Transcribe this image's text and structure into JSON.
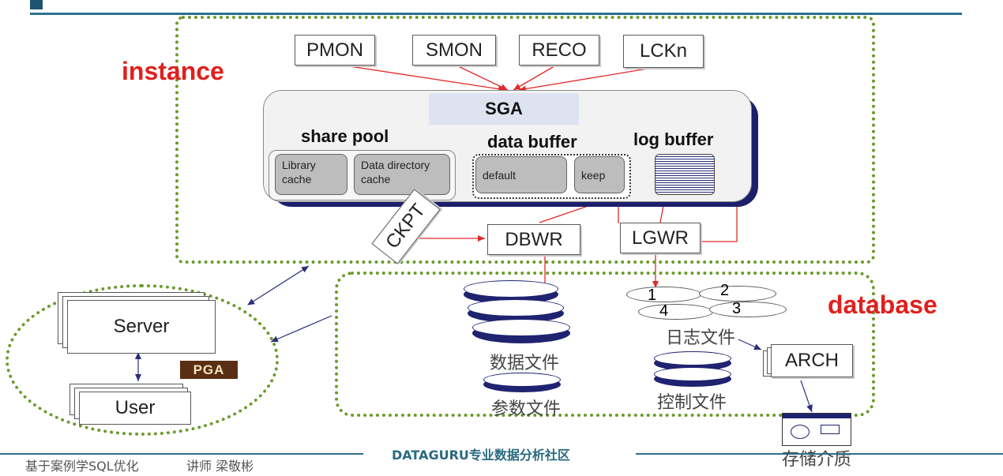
{
  "labels": {
    "instance": "instance",
    "database": "database",
    "sga": "SGA",
    "share_pool": "share pool",
    "data_buffer": "data buffer",
    "log_buffer": "log buffer",
    "pga": "PGA"
  },
  "processes": {
    "pmon": "PMON",
    "smon": "SMON",
    "reco": "RECO",
    "lckn": "LCKn",
    "ckpt": "CKPT",
    "dbwr": "DBWR",
    "lgwr": "LGWR",
    "arch": "ARCH"
  },
  "caches": {
    "library_line1": "Library",
    "library_line2": "cache",
    "datadir_line1": "Data directory",
    "datadir_line2": "cache",
    "default": "default",
    "keep": "keep"
  },
  "client": {
    "server": "Server",
    "user": "User"
  },
  "files": {
    "data_files": "数据文件",
    "param_files": "参数文件",
    "log_files": "日志文件",
    "control_files": "控制文件",
    "storage": "存储介质",
    "log_groups": [
      "1",
      "2",
      "3",
      "4"
    ]
  },
  "footer": {
    "course": "基于案例学SQL优化",
    "teacher": "讲师 梁敬彬",
    "brand": "DATAGURU专业数据分析社区"
  }
}
